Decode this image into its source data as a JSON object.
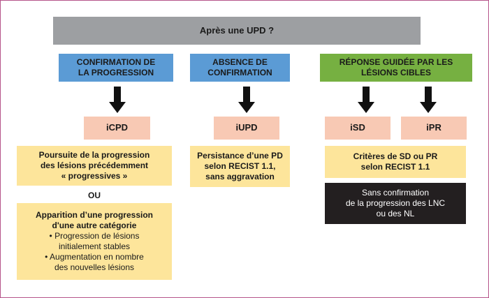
{
  "header": "Après une UPD ?",
  "columns": [
    {
      "title_l1": "CONFIRMATION DE",
      "title_l2": "LA PROGRESSION",
      "tag": "iCPD"
    },
    {
      "title_l1": "ABSENCE DE",
      "title_l2": "CONFIRMATION",
      "tag": "iUPD"
    },
    {
      "title_l1": "RÉPONSE GUIDÉE PAR LES",
      "title_l2": "LÉSIONS CIBLES",
      "tags": [
        "iSD",
        "iPR"
      ]
    }
  ],
  "boxes": {
    "poursuite": [
      "Poursuite de la progression",
      "des lésions précédemment",
      "« progressives »"
    ],
    "ou": "OU",
    "apparition_title": [
      "Apparition d’une progression",
      "d'une autre catégorie"
    ],
    "apparition_bullets": [
      [
        "• Progression de lésions",
        "initialement stables"
      ],
      [
        "• Augmentation en nombre",
        "des nouvelles lésions"
      ]
    ],
    "persistance": [
      "Persistance d’une PD",
      "selon RECIST 1.1,",
      "sans aggravation"
    ],
    "criteres": [
      "Critères de SD ou PR",
      "selon RECIST 1.1"
    ],
    "sans_confirmation": [
      "Sans confirmation",
      "de la progression des LNC",
      "ou des NL"
    ]
  },
  "colors": {
    "frame": "#b5548a",
    "header": "#9d9fa2",
    "blue": "#5b9bd5",
    "green": "#76b041",
    "tag": "#f8c9b4",
    "yellow": "#fde59b",
    "black": "#231f20",
    "arrow": "#111111"
  }
}
